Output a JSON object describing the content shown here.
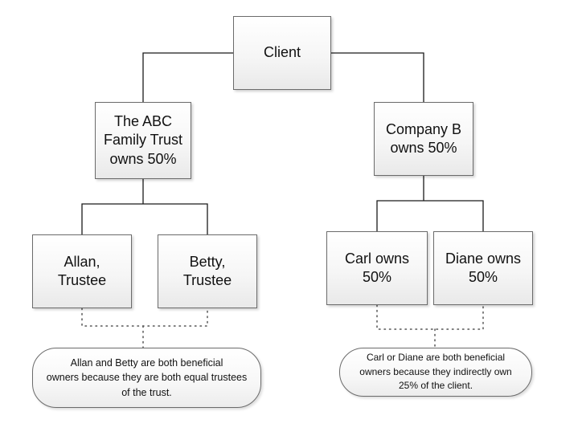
{
  "nodes": {
    "client": {
      "label": "Client"
    },
    "abc_trust": {
      "label": "The ABC\nFamily Trust\nowns 50%"
    },
    "company_b": {
      "label": "Company B\nowns 50%"
    },
    "allan": {
      "label": "Allan,\nTrustee"
    },
    "betty": {
      "label": "Betty,\nTrustee"
    },
    "carl": {
      "label": "Carl owns\n50%"
    },
    "diane": {
      "label": "Diane owns\n50%"
    }
  },
  "notes": {
    "left": {
      "text": "Allan and Betty are both beneficial\nowners because they are both equal trustees\nof the trust."
    },
    "right": {
      "text": "Carl or Diane are both beneficial\nowners because they indirectly own\n25% of the client."
    }
  },
  "colors": {
    "line": "#1a1a1a",
    "box_border": "#6b6b6b",
    "dotted": "#555555"
  }
}
